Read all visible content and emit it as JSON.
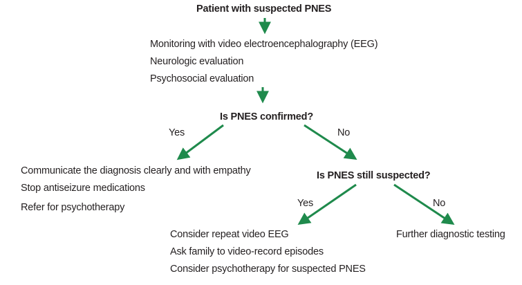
{
  "colors": {
    "arrow": "#1f8a4c",
    "text": "#231f20"
  },
  "root": {
    "title": "Patient with suspected PNES"
  },
  "initial_steps": [
    "Monitoring with video electroencephalography (EEG)",
    "Neurologic evaluation",
    "Psychosocial evaluation"
  ],
  "decision1": {
    "question": "Is PNES confirmed?",
    "yes_label": "Yes",
    "no_label": "No"
  },
  "confirmed_steps": [
    "Communicate the diagnosis clearly and with empathy",
    "Stop antiseizure medications",
    "Refer for psychotherapy"
  ],
  "decision2": {
    "question": "Is PNES still suspected?",
    "yes_label": "Yes",
    "no_label": "No"
  },
  "suspected_steps": [
    "Consider repeat video EEG",
    "Ask family to video-record episodes",
    "Consider psychotherapy for suspected PNES"
  ],
  "not_suspected_step": "Further diagnostic testing"
}
